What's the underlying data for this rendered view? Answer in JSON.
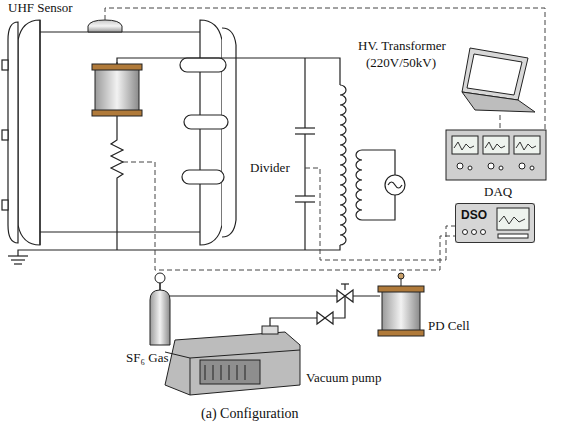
{
  "diagram": {
    "caption": "(a) Configuration",
    "nodes": [
      {
        "text": [
          "DSO"
        ]
      }
    ],
    "labels": [
      "UHF Sensor",
      "HV. Transformer",
      "(220V/50kV)",
      "Divider",
      "DAQ",
      "SF₆ Gas",
      "Vacuum pump",
      "PD Cell"
    ]
  }
}
